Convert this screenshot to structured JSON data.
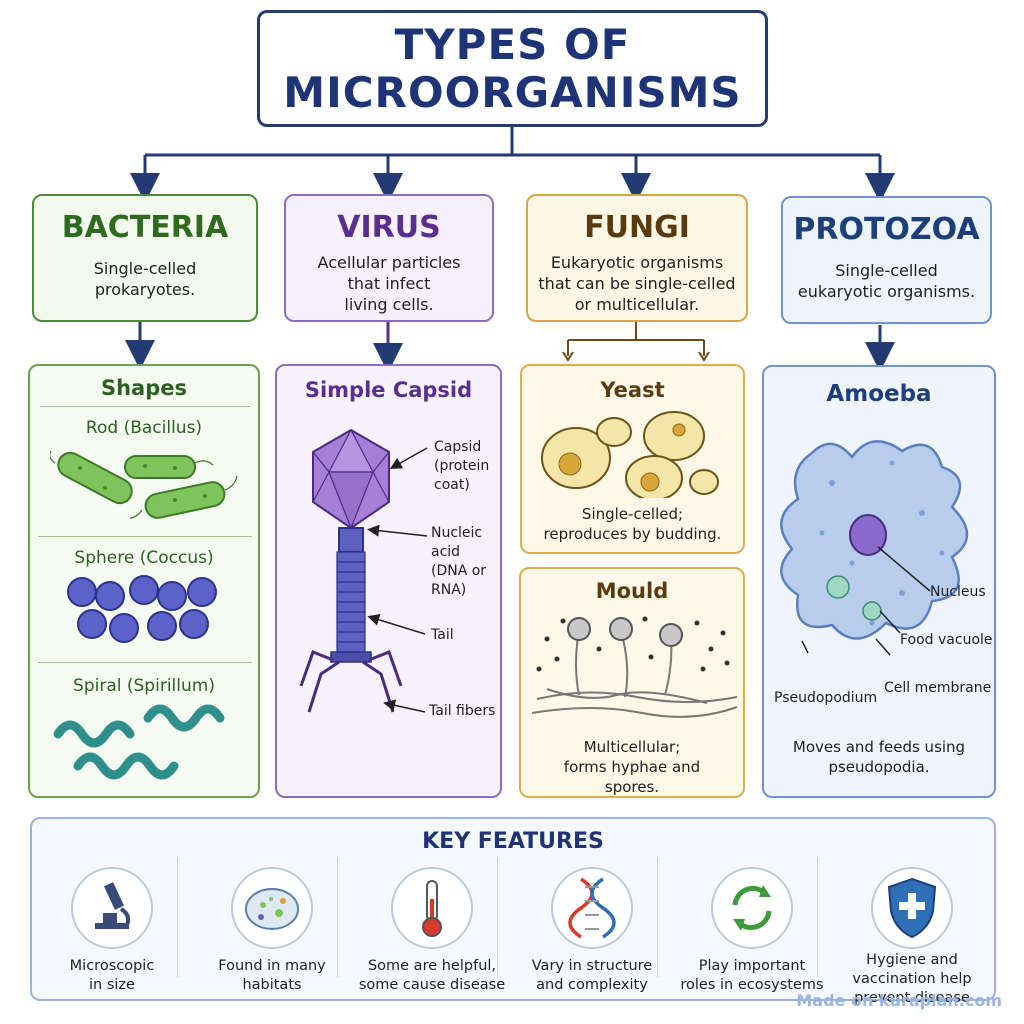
{
  "title": {
    "line1": "TYPES OF",
    "line2": "MICROORGANISMS"
  },
  "categories": {
    "bacteria": {
      "name": "BACTERIA",
      "desc": [
        "Single-celled",
        "prokaryotes."
      ],
      "color": "#2e6b1f"
    },
    "virus": {
      "name": "VIRUS",
      "desc": [
        "Acellular particles",
        "that infect",
        "living cells."
      ],
      "color": "#5a2d91"
    },
    "fungi": {
      "name": "FUNGI",
      "desc": [
        "Eukaryotic organisms",
        "that can be single-celled",
        "or multicellular."
      ],
      "color": "#5a3b10"
    },
    "protozoa": {
      "name": "PROTOZOA",
      "desc": [
        "Single-celled",
        "eukaryotic organisms."
      ],
      "color": "#1e3f7a"
    }
  },
  "bacteria_panel": {
    "title": "Shapes",
    "rod": "Rod (Bacillus)",
    "sphere": "Sphere (Coccus)",
    "spiral": "Spiral (Spirillum)"
  },
  "virus_panel": {
    "title": "Simple Capsid",
    "capsid": [
      "Capsid",
      "(protein",
      "coat)"
    ],
    "nucleic": [
      "Nucleic",
      "acid",
      "(DNA or",
      "RNA)"
    ],
    "tail": "Tail",
    "tail_fibers": "Tail fibers"
  },
  "yeast_panel": {
    "title": "Yeast",
    "desc": [
      "Single-celled;",
      "reproduces by budding."
    ]
  },
  "mould_panel": {
    "title": "Mould",
    "desc": [
      "Multicellular;",
      "forms hyphae and",
      "spores."
    ]
  },
  "amoeba_panel": {
    "title": "Amoeba",
    "nucleus": "Nucleus",
    "food_vacuole": "Food vacuole",
    "cell_membrane": "Cell membrane",
    "pseudopodium": "Pseudopodium",
    "desc": [
      "Moves and feeds using",
      "pseudopodia."
    ]
  },
  "key_features": {
    "title": "KEY FEATURES",
    "items": [
      {
        "icon": "microscope-icon",
        "text": [
          "Microscopic",
          "in size"
        ]
      },
      {
        "icon": "petri-dish-icon",
        "text": [
          "Found in many",
          "habitats"
        ]
      },
      {
        "icon": "thermometer-icon",
        "text": [
          "Some are helpful,",
          "some cause disease"
        ]
      },
      {
        "icon": "dna-icon",
        "text": [
          "Vary in structure",
          "and complexity"
        ]
      },
      {
        "icon": "recycle-icon",
        "text": [
          "Play important",
          "roles in ecosystems"
        ]
      },
      {
        "icon": "shield-icon",
        "text": [
          "Hygiene and",
          "vaccination help",
          "prevent disease"
        ]
      }
    ]
  },
  "watermark": "Made on kuraplan.com"
}
